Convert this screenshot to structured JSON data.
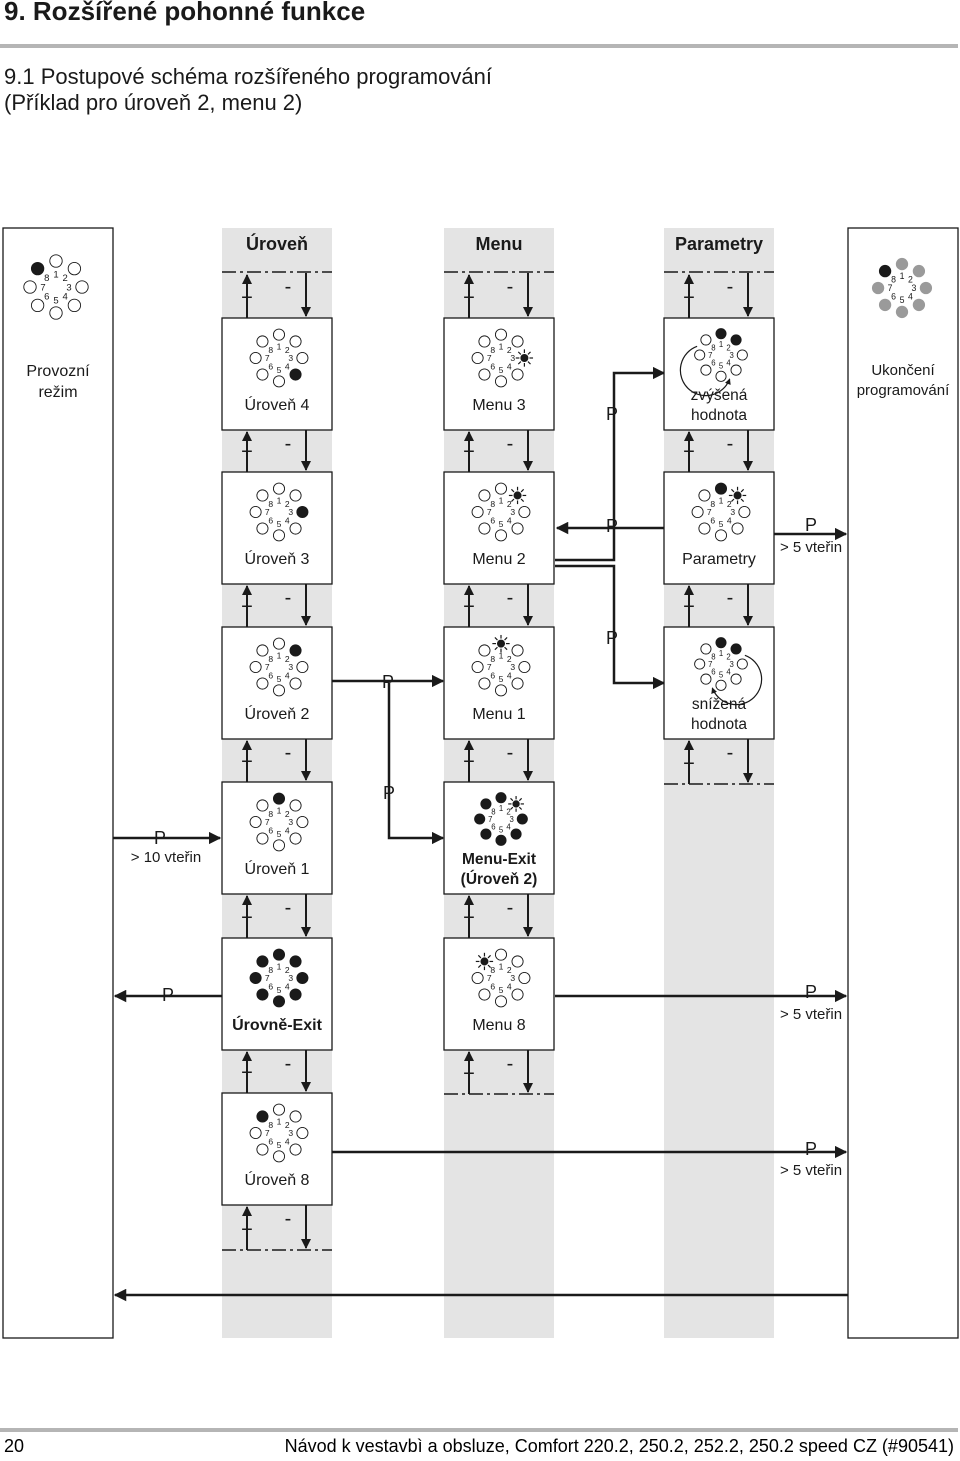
{
  "header": {
    "section_title": "9.   Rozšířené pohonné funkce",
    "subsection_line1": "9.1   Postupové schéma rozšířeného programování",
    "subsection_line2": "(Příklad pro úroveň 2, menu 2)"
  },
  "columns": {
    "level": "Úroveň",
    "menu": "Menu",
    "parameters": "Parametry"
  },
  "side": {
    "operating_mode_line1": "Provozní",
    "operating_mode_line2": "režim",
    "end_programming_line1": "Ukončení",
    "end_programming_line2": "programování"
  },
  "blocks": {
    "level_4": "Úroveň 4",
    "level_3": "Úroveň 3",
    "level_2": "Úroveň 2",
    "level_1": "Úroveň 1",
    "level_exit": "Úrovně-Exit",
    "level_8": "Úroveň 8",
    "menu_3": "Menu 3",
    "menu_2": "Menu 2",
    "menu_1": "Menu 1",
    "menu_exit_line1": "Menu-Exit",
    "menu_exit_line2": "(Úroveň 2)",
    "menu_8": "Menu 8",
    "param_increased_line1": "zvýšená",
    "param_increased_line2": "hodnota",
    "param_parameters": "Parametry",
    "param_decreased_line1": "snížená",
    "param_decreased_line2": "hodnota"
  },
  "symbols": {
    "plus": "+",
    "minus": "-",
    "p_key": "P",
    "dial_numbers": [
      "1",
      "2",
      "3",
      "4",
      "5",
      "6",
      "7",
      "8"
    ]
  },
  "annotations": {
    "more_than_10s": "> 10 vteřin",
    "more_than_5s": "> 5 vteřin"
  },
  "footer": {
    "page_number": "20",
    "manual_title": "Návod k vestavbì a obsluze, Comfort 220.2, 250.2, 252.2, 250.2 speed CZ (#90541)"
  },
  "colors": {
    "column_shade": "#e4e4e4",
    "rule_gray": "#b5b5b5",
    "ink": "#1a1a1a",
    "led_gray": "#9a9a9a"
  }
}
